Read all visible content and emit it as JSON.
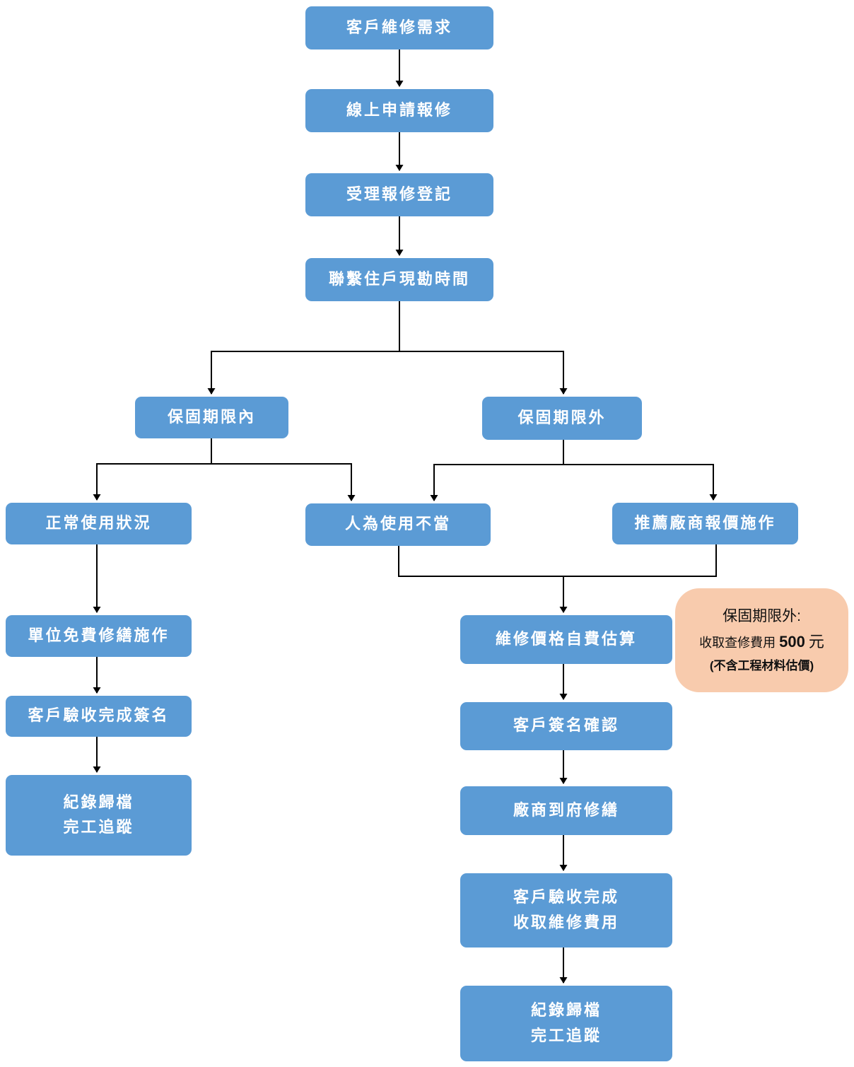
{
  "nodes": {
    "request": "客戶維修需求",
    "online": "線上申請報修",
    "register": "受理報修登記",
    "contact": "聯繫住戶現勘時間",
    "in_warranty": "保固期限內",
    "out_warranty": "保固期限外",
    "normal_use": "正常使用狀況",
    "improper_use": "人為使用不當",
    "recommend_vendor": "推薦廠商報價施作",
    "free_repair": "單位免費修繕施作",
    "customer_accept_sign": "客戶驗收完成簽名",
    "archive_left_1": "紀錄歸檔",
    "archive_left_2": "完工追蹤",
    "estimate": "維修價格自費估算",
    "customer_confirm": "客戶簽名確認",
    "vendor_visit": "廠商到府修繕",
    "accept_collect_1": "客戶驗收完成",
    "accept_collect_2": "收取維修費用",
    "archive_right_1": "紀錄歸檔",
    "archive_right_2": "完工追蹤"
  },
  "note": {
    "title": "保固期限外:",
    "fee_prefix": "收取查修費用",
    "fee_amount": "500",
    "fee_unit": "元",
    "exclusion": "(不含工程材料估價)"
  },
  "colors": {
    "box_fill": "#5b9bd5",
    "box_text": "#ffffff",
    "note_fill": "#f8cbad",
    "connector": "#000000"
  }
}
